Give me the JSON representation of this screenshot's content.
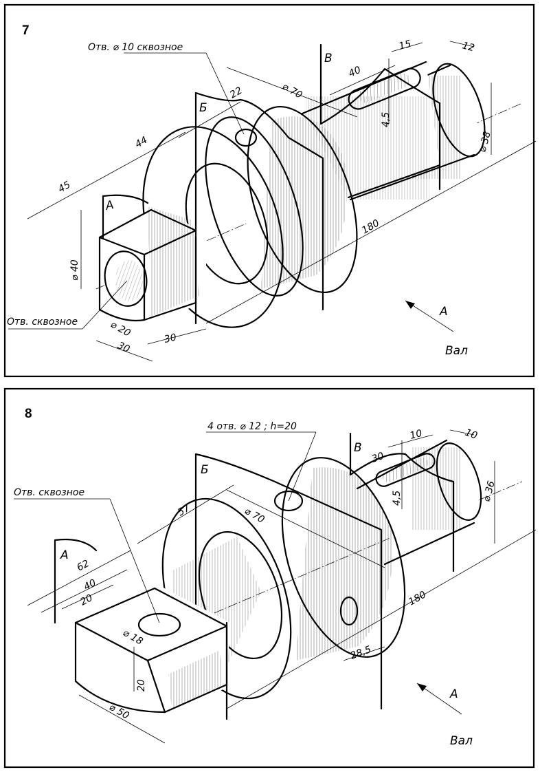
{
  "figure7": {
    "number": "7",
    "title": "Вал",
    "hole_note": "Отв. ⌀ 10 сквозное",
    "through_note": "Отв. сквозное",
    "view_arrow": "A",
    "sections": {
      "a": "А",
      "b": "Б",
      "v": "В"
    },
    "dims": {
      "d45": "45",
      "d44": "44",
      "d22": "22",
      "d70": "⌀ 70",
      "d40_key": "40",
      "d15": "15",
      "d12": "12",
      "d45_key": "4,5",
      "d38": "⌀ 38",
      "d180": "180",
      "d40": "⌀ 40",
      "d20": "⌀ 20",
      "d30_a": "30",
      "d30_b": "30"
    }
  },
  "figure8": {
    "number": "8",
    "title": "Вал",
    "hole_note": "4 отв. ⌀ 12 ; h=20",
    "through_note": "Отв. сквозное",
    "view_arrow": "A",
    "sections": {
      "a": "А",
      "b": "Б",
      "v": "В"
    },
    "dims": {
      "d62": "62",
      "d40": "40",
      "d20_top": "20",
      "d57": "57",
      "d70": "⌀ 70",
      "d30": "30",
      "d10_a": "10",
      "d10_b": "10",
      "d45_key": "4,5",
      "d36": "⌀ 36",
      "d180": "180",
      "d285": "28,5",
      "d18": "⌀ 18",
      "d20_side": "20",
      "d50": "⌀ 50"
    }
  }
}
